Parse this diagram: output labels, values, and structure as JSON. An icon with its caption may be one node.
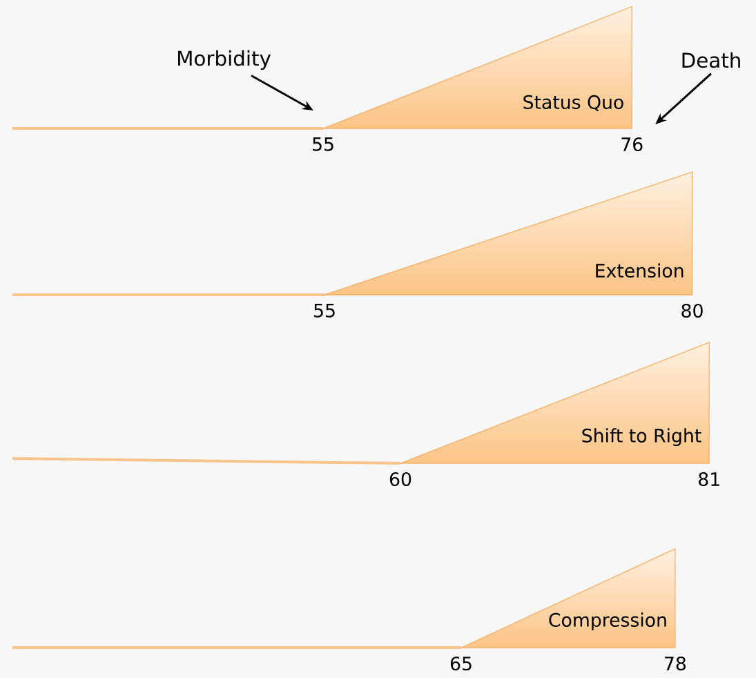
{
  "diagram": {
    "nodes": [
      {
        "text": [
          "Status Quo"
        ],
        "beside": [
          "55",
          "76"
        ]
      },
      {
        "text": [
          "Extension"
        ],
        "beside": [
          "55",
          "80"
        ]
      },
      {
        "text": [
          "Shift to Right"
        ],
        "beside": [
          "60",
          "81"
        ]
      },
      {
        "text": [
          "Compression"
        ],
        "beside": [
          "65",
          "78"
        ]
      },
      {
        "text": [
          "Morbidity"
        ]
      },
      {
        "text": [
          "Death"
        ]
      }
    ],
    "edges": [
      {
        "from": 4,
        "to": 0,
        "arrow": "to"
      },
      {
        "from": 5,
        "to": 0,
        "arrow": "to"
      }
    ]
  }
}
